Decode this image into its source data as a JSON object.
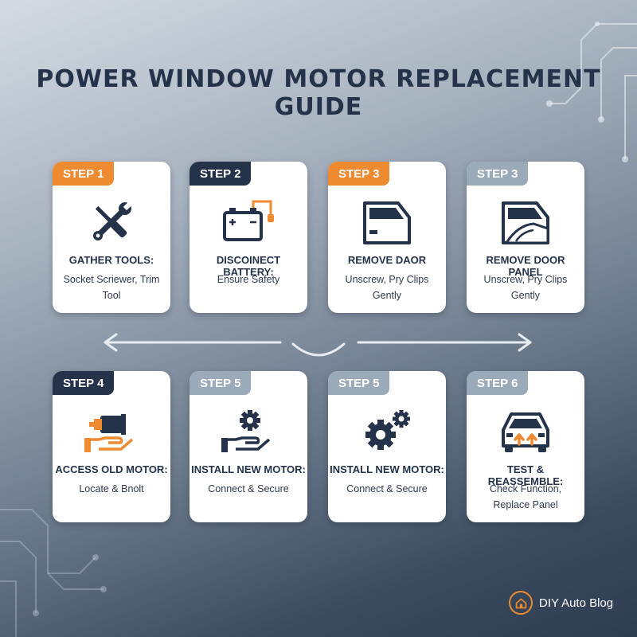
{
  "title": "POWER WINDOW MOTOR REPLACEMENT GUIDE",
  "colors": {
    "accent": "#ee8a2f",
    "navy": "#243349",
    "gray_badge": "#9aaab9",
    "card": "#ffffff"
  },
  "steps": [
    {
      "step_label": "STEP 1",
      "heading": "GATHER TOOLS:",
      "lines": [
        "Socket Scriewer, Trim Tool"
      ],
      "icon": "wrench-screwdriver-icon"
    },
    {
      "step_label": "STEP 2",
      "heading": "DISCOINECT BATTERY:",
      "lines": [
        "Ensure Safety"
      ],
      "icon": "battery-icon"
    },
    {
      "step_label": "STEP 3",
      "heading": "REMOVE DAOR",
      "lines": [
        "Unscrew, Pry Clips Gently"
      ],
      "icon": "car-door-icon"
    },
    {
      "step_label": "STEP 3",
      "heading": "REMOVE DOOR PANEL",
      "lines": [
        "Unscrew, Pry Clips Gently"
      ],
      "icon": "door-panel-icon"
    },
    {
      "step_label": "STEP 4",
      "heading": "ACCESS OLD MOTOR:",
      "lines": [
        "Locate & Bnolt"
      ],
      "icon": "hand-motor-icon"
    },
    {
      "step_label": "STEP 5",
      "heading": "INSTALL NEW MOTOR:",
      "lines": [
        "Connect & Secure"
      ],
      "icon": "hand-gear-icon"
    },
    {
      "step_label": "STEP 5",
      "heading": "INSTALL NEW MOTOR:",
      "lines": [
        "Connect & Secure"
      ],
      "icon": "gears-icon"
    },
    {
      "step_label": "STEP 6",
      "heading": "TEST & REASSEMBLE:",
      "lines": [
        "Check Function,",
        "Replace Panel"
      ],
      "icon": "car-front-icon"
    }
  ],
  "brand": {
    "name": "DIY Auto Blog",
    "icon": "home-logo-icon"
  }
}
